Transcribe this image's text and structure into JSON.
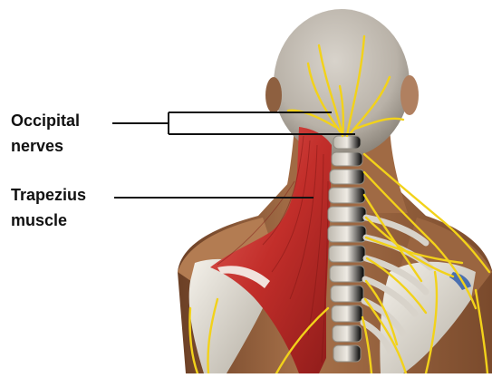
{
  "labels": {
    "occipital_line1": "Occipital",
    "occipital_line2": "nerves",
    "trapezius_line1": "Trapezius",
    "trapezius_line2": "muscle"
  },
  "colors": {
    "background": "#ffffff",
    "skin": "#c89a6e",
    "skin_shadow": "#8a5a3a",
    "muscle": "#c2302c",
    "muscle_light": "#e0605a",
    "bone": "#e8e4dc",
    "bone_shadow": "#a9a49a",
    "nerve": "#f2d21a",
    "leader": "#111111"
  },
  "icons": {
    "figure": "back-of-head-and-shoulders-illustration"
  }
}
